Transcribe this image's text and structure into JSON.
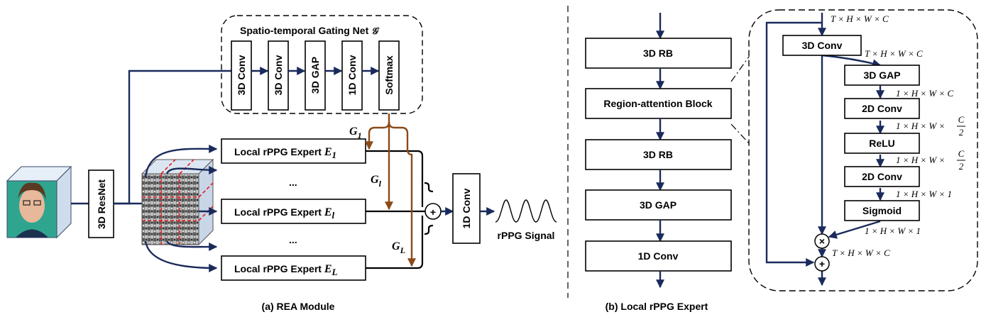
{
  "colors": {
    "arrow": "#1a2a5c",
    "gate": "#8b4a17",
    "box_border": "#000000",
    "cube_face": "#dbe6f2"
  },
  "panel_a": {
    "caption": "(a) REA Module",
    "gating_title": "Spatio-temporal Gating Net ",
    "gating_symbol": "𝒢",
    "gating_layers": [
      "3D Conv",
      "3D Conv",
      "3D GAP",
      "1D Conv",
      "Softmax"
    ],
    "resnet": "3D ResNet",
    "experts": [
      "Local rPPG Expert ",
      "Local rPPG Expert ",
      "Local rPPG Expert "
    ],
    "expert_subscripts": [
      "E",
      "E",
      "E"
    ],
    "expert_sub_idx": [
      "1",
      "l",
      "L"
    ],
    "dots": "...",
    "gates": [
      "G",
      "G",
      "G"
    ],
    "gate_idx": [
      "1",
      "l",
      "L"
    ],
    "plus": "+",
    "conv1d": "1D Conv",
    "signal": "rPPG Signal"
  },
  "panel_b": {
    "caption": "(b) Local rPPG Expert",
    "chain": [
      "3D RB",
      "Region-attention Block",
      "3D RB",
      "3D GAP",
      "1D Conv"
    ],
    "attention_blocks": [
      "3D Conv",
      "3D GAP",
      "2D Conv",
      "ReLU",
      "2D Conv",
      "Sigmoid"
    ],
    "dims": [
      "T × H × W × C",
      "T × H × W × C",
      "1 × H × W × C",
      "1 × H × W ×",
      "1 × H × W ×",
      "1 × H × W × 1",
      "1 × H × W × 1",
      "T × H × W × C"
    ],
    "frac_num": "C",
    "frac_den": "2",
    "multiply": "×",
    "add": "+"
  }
}
